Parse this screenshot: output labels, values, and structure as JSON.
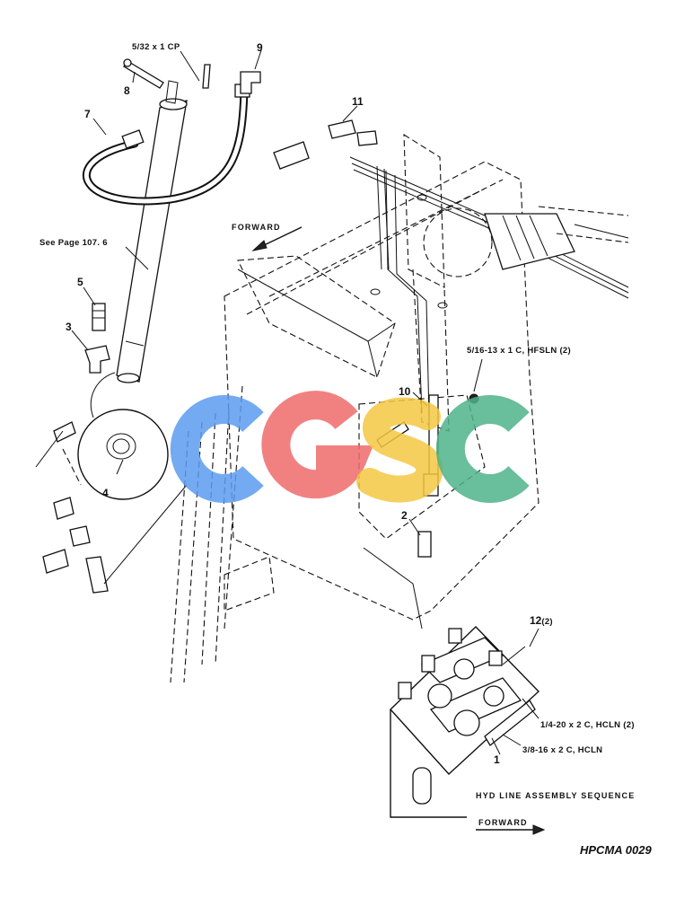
{
  "callouts": {
    "c1": "1",
    "c2": "2",
    "c3": "3",
    "c4": "4",
    "c5": "5",
    "c6": "See Page 107. 6",
    "c7": "7",
    "c8": "8",
    "c9": "9",
    "c10": "10",
    "c11": "11",
    "c12": "12",
    "c12_qty": "(2)"
  },
  "hardware": {
    "pin": "5/32 x 1 CP",
    "bolt_hfsln": "5/16-13 x 1 C, HFSLN (2)",
    "bolt_hcln_2": "1/4-20 x 2 C, HCLN (2)",
    "bolt_hcln": "3/8-16 x 2 C, HCLN"
  },
  "labels": {
    "forward_top": "FORWARD",
    "forward_bottom": "FORWARD",
    "assembly_sequence": "HYD LINE ASSEMBLY SEQUENCE",
    "figure_id": "HPCMA 0029"
  },
  "watermark": {
    "text": "CGSC",
    "colors": [
      "#5b9bf0",
      "#ef6b6b",
      "#f5c842",
      "#4fb38a"
    ]
  }
}
